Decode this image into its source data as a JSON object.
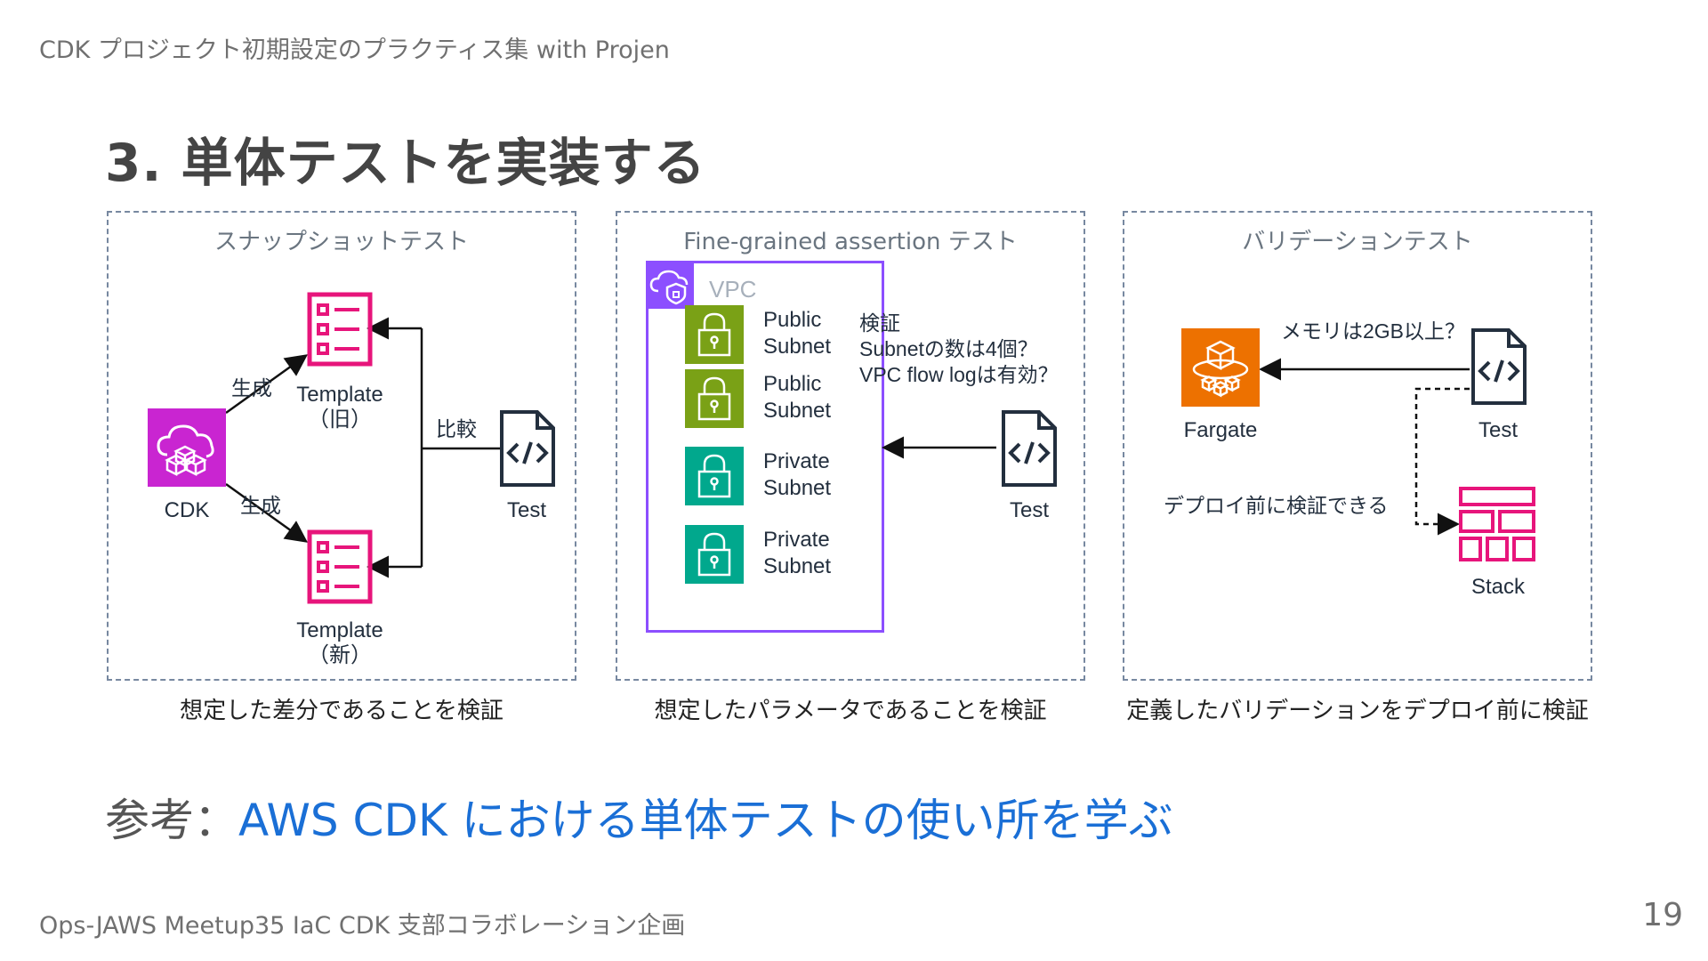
{
  "header": "CDK プロジェクト初期設定のプラクティス集 with Projen",
  "title": "3. 単体テストを実装する",
  "panels": {
    "snapshot": {
      "title": "スナップショットテスト",
      "caption": "想定した差分であることを検証",
      "cdk_label": "CDK",
      "gen_label_1": "生成",
      "gen_label_2": "生成",
      "template_old_label": "Template",
      "template_old_sub": "（旧）",
      "template_new_label": "Template",
      "template_new_sub": "（新）",
      "compare_label": "比較",
      "test_label": "Test"
    },
    "assertion": {
      "title": "Fine-grained assertion テスト",
      "caption": "想定したパラメータであることを検証",
      "vpc_label": "VPC",
      "subnets": [
        {
          "line1": "Public",
          "line2": "Subnet",
          "kind": "public"
        },
        {
          "line1": "Public",
          "line2": "Subnet",
          "kind": "public"
        },
        {
          "line1": "Private",
          "line2": "Subnet",
          "kind": "private"
        },
        {
          "line1": "Private",
          "line2": "Subnet",
          "kind": "private"
        }
      ],
      "verify_lines": [
        "検証",
        "Subnetの数は4個？",
        "VPC flow logは有効？"
      ],
      "test_label": "Test"
    },
    "validation": {
      "title": "バリデーションテスト",
      "caption": "定義したバリデーションをデプロイ前に検証",
      "memory_question": "メモリは2GB以上？",
      "fargate_label": "Fargate",
      "test_label": "Test",
      "deploy_note": "デプロイ前に検証できる",
      "stack_label": "Stack"
    }
  },
  "reference": {
    "prefix": "参考：",
    "link_text": "AWS CDK における単体テストの使い所を学ぶ"
  },
  "footer": "Ops-JAWS Meetup35 IaC CDK 支部コラボレーション企画",
  "page_number": "19",
  "colors": {
    "cdk_purple": "#c925d1",
    "template_pink": "#e7157b",
    "vpc_purple": "#8c4fff",
    "public_green": "#7aa116",
    "private_teal": "#01a88d",
    "fargate_orange": "#ed7100",
    "link_blue": "#1a6fd6"
  }
}
